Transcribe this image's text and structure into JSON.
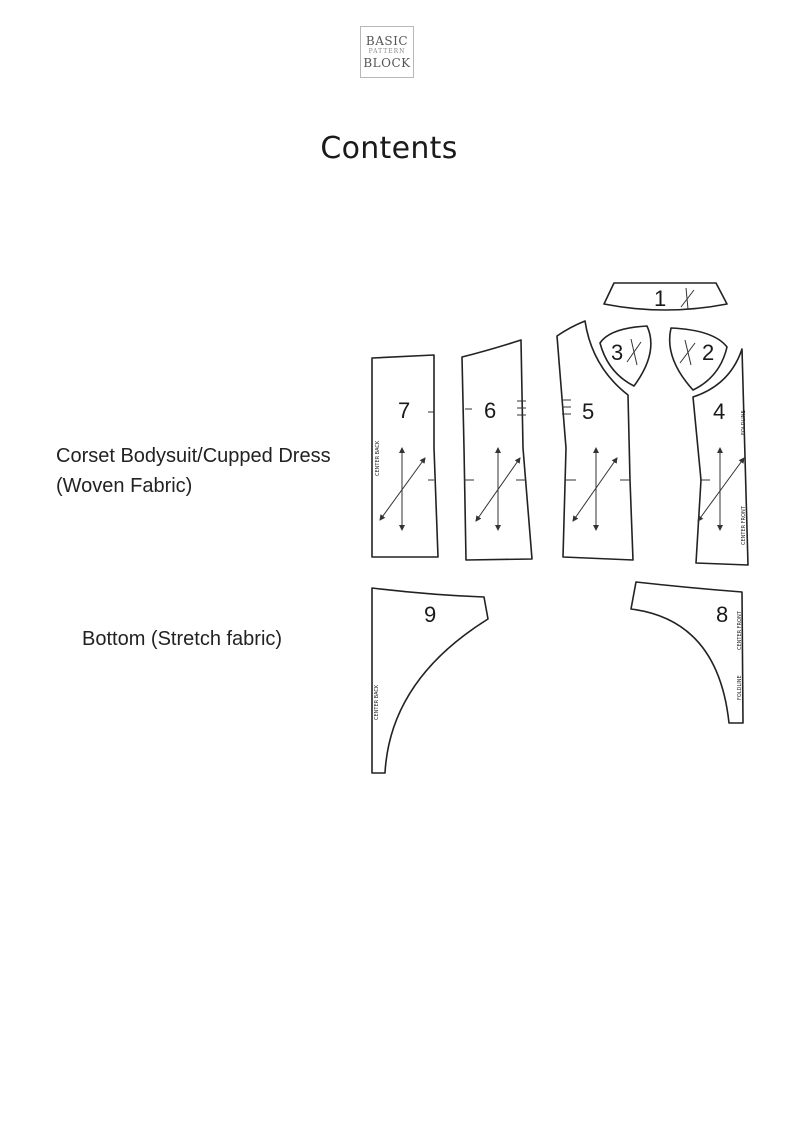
{
  "logo": {
    "line1": "BASIC",
    "line2": "PATTERN",
    "line3": "BLOCK"
  },
  "title": "Contents",
  "sections": [
    {
      "lines": [
        "Corset Bodysuit/Cupped Dress",
        "(Woven Fabric)"
      ]
    },
    {
      "lines": [
        "Bottom (Stretch fabric)"
      ]
    }
  ],
  "pieces": [
    {
      "number": "1"
    },
    {
      "number": "2"
    },
    {
      "number": "3"
    },
    {
      "number": "4",
      "labels": [
        "FOLDLINE",
        "CENTER FRONT"
      ]
    },
    {
      "number": "5"
    },
    {
      "number": "6"
    },
    {
      "number": "7",
      "labels": [
        "CENTER BACK"
      ]
    },
    {
      "number": "8",
      "labels": [
        "CENTER FRONT",
        "FOLDLINE"
      ]
    },
    {
      "number": "9",
      "labels": [
        "CENTER BACK"
      ]
    }
  ]
}
